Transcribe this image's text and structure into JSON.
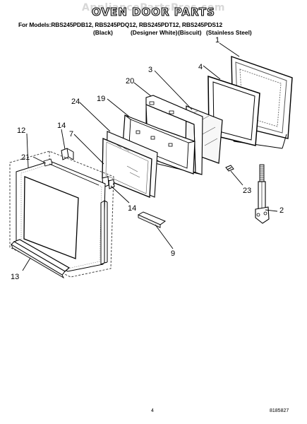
{
  "header": {
    "watermark": "AppliancePartsPros.com",
    "title": "OVEN DOOR PARTS",
    "models_line": "For Models:RBS245PDB12, RBS245PDQ12, RBS245PDT12, RBS245PDS12",
    "finishes": [
      "(Black)",
      "(Designer White)",
      "(Biscuit)",
      "(Stainless Steel)"
    ]
  },
  "callouts": [
    {
      "id": "c1",
      "label": "1"
    },
    {
      "id": "c2",
      "label": "2"
    },
    {
      "id": "c3",
      "label": "3"
    },
    {
      "id": "c4",
      "label": "4"
    },
    {
      "id": "c7",
      "label": "7"
    },
    {
      "id": "c9",
      "label": "9"
    },
    {
      "id": "c12",
      "label": "12"
    },
    {
      "id": "c13",
      "label": "13"
    },
    {
      "id": "c14a",
      "label": "14"
    },
    {
      "id": "c14b",
      "label": "14"
    },
    {
      "id": "c19",
      "label": "19"
    },
    {
      "id": "c20",
      "label": "20"
    },
    {
      "id": "c21",
      "label": "21"
    },
    {
      "id": "c23",
      "label": "23"
    },
    {
      "id": "c24",
      "label": "24"
    }
  ],
  "footer": {
    "page_number": "4",
    "doc_number": "8185827"
  }
}
